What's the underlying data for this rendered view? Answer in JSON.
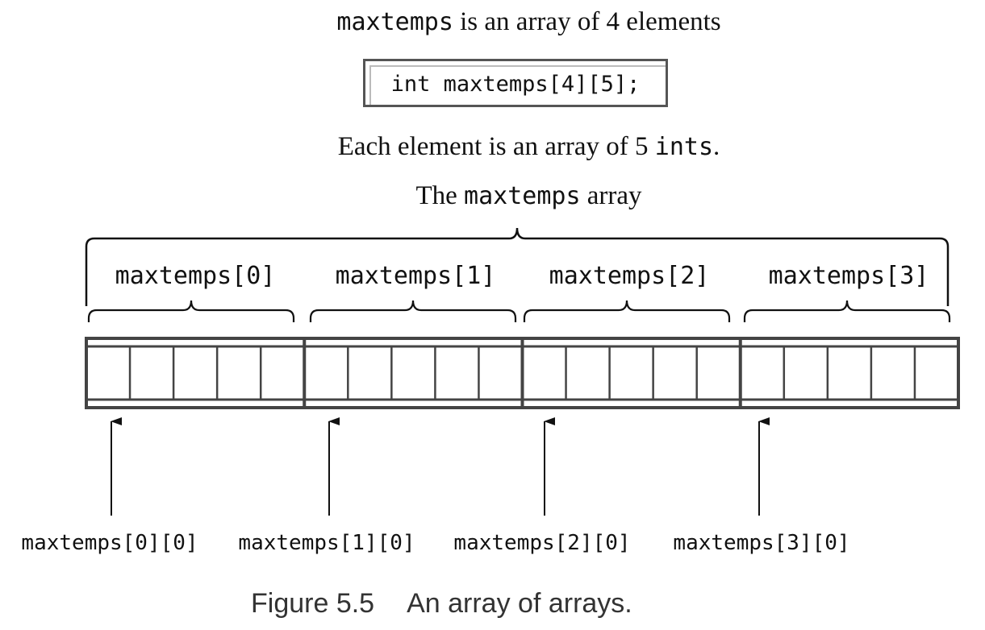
{
  "header": {
    "top_code": "maxtemps",
    "top_text": "is an array of 4 elements",
    "declaration": "int maxtemps[4][5];",
    "each_prefix": "Each element is an array of 5",
    "each_code": "ints",
    "each_suffix": ".",
    "title_prefix": "The",
    "title_code": "maxtemps",
    "title_suffix": "array"
  },
  "rows": 4,
  "cols_per_row": 5,
  "element_labels": [
    "maxtemps[0]",
    "maxtemps[1]",
    "maxtemps[2]",
    "maxtemps[3]"
  ],
  "pointer_labels": [
    "maxtemps[0][0]",
    "maxtemps[1][0]",
    "maxtemps[2][0]",
    "maxtemps[3][0]"
  ],
  "caption": {
    "number": "Figure 5.5",
    "text": "An array of arrays."
  },
  "colors": {
    "grid_stroke": "#444444",
    "text": "#111111",
    "caption": "#333333"
  }
}
